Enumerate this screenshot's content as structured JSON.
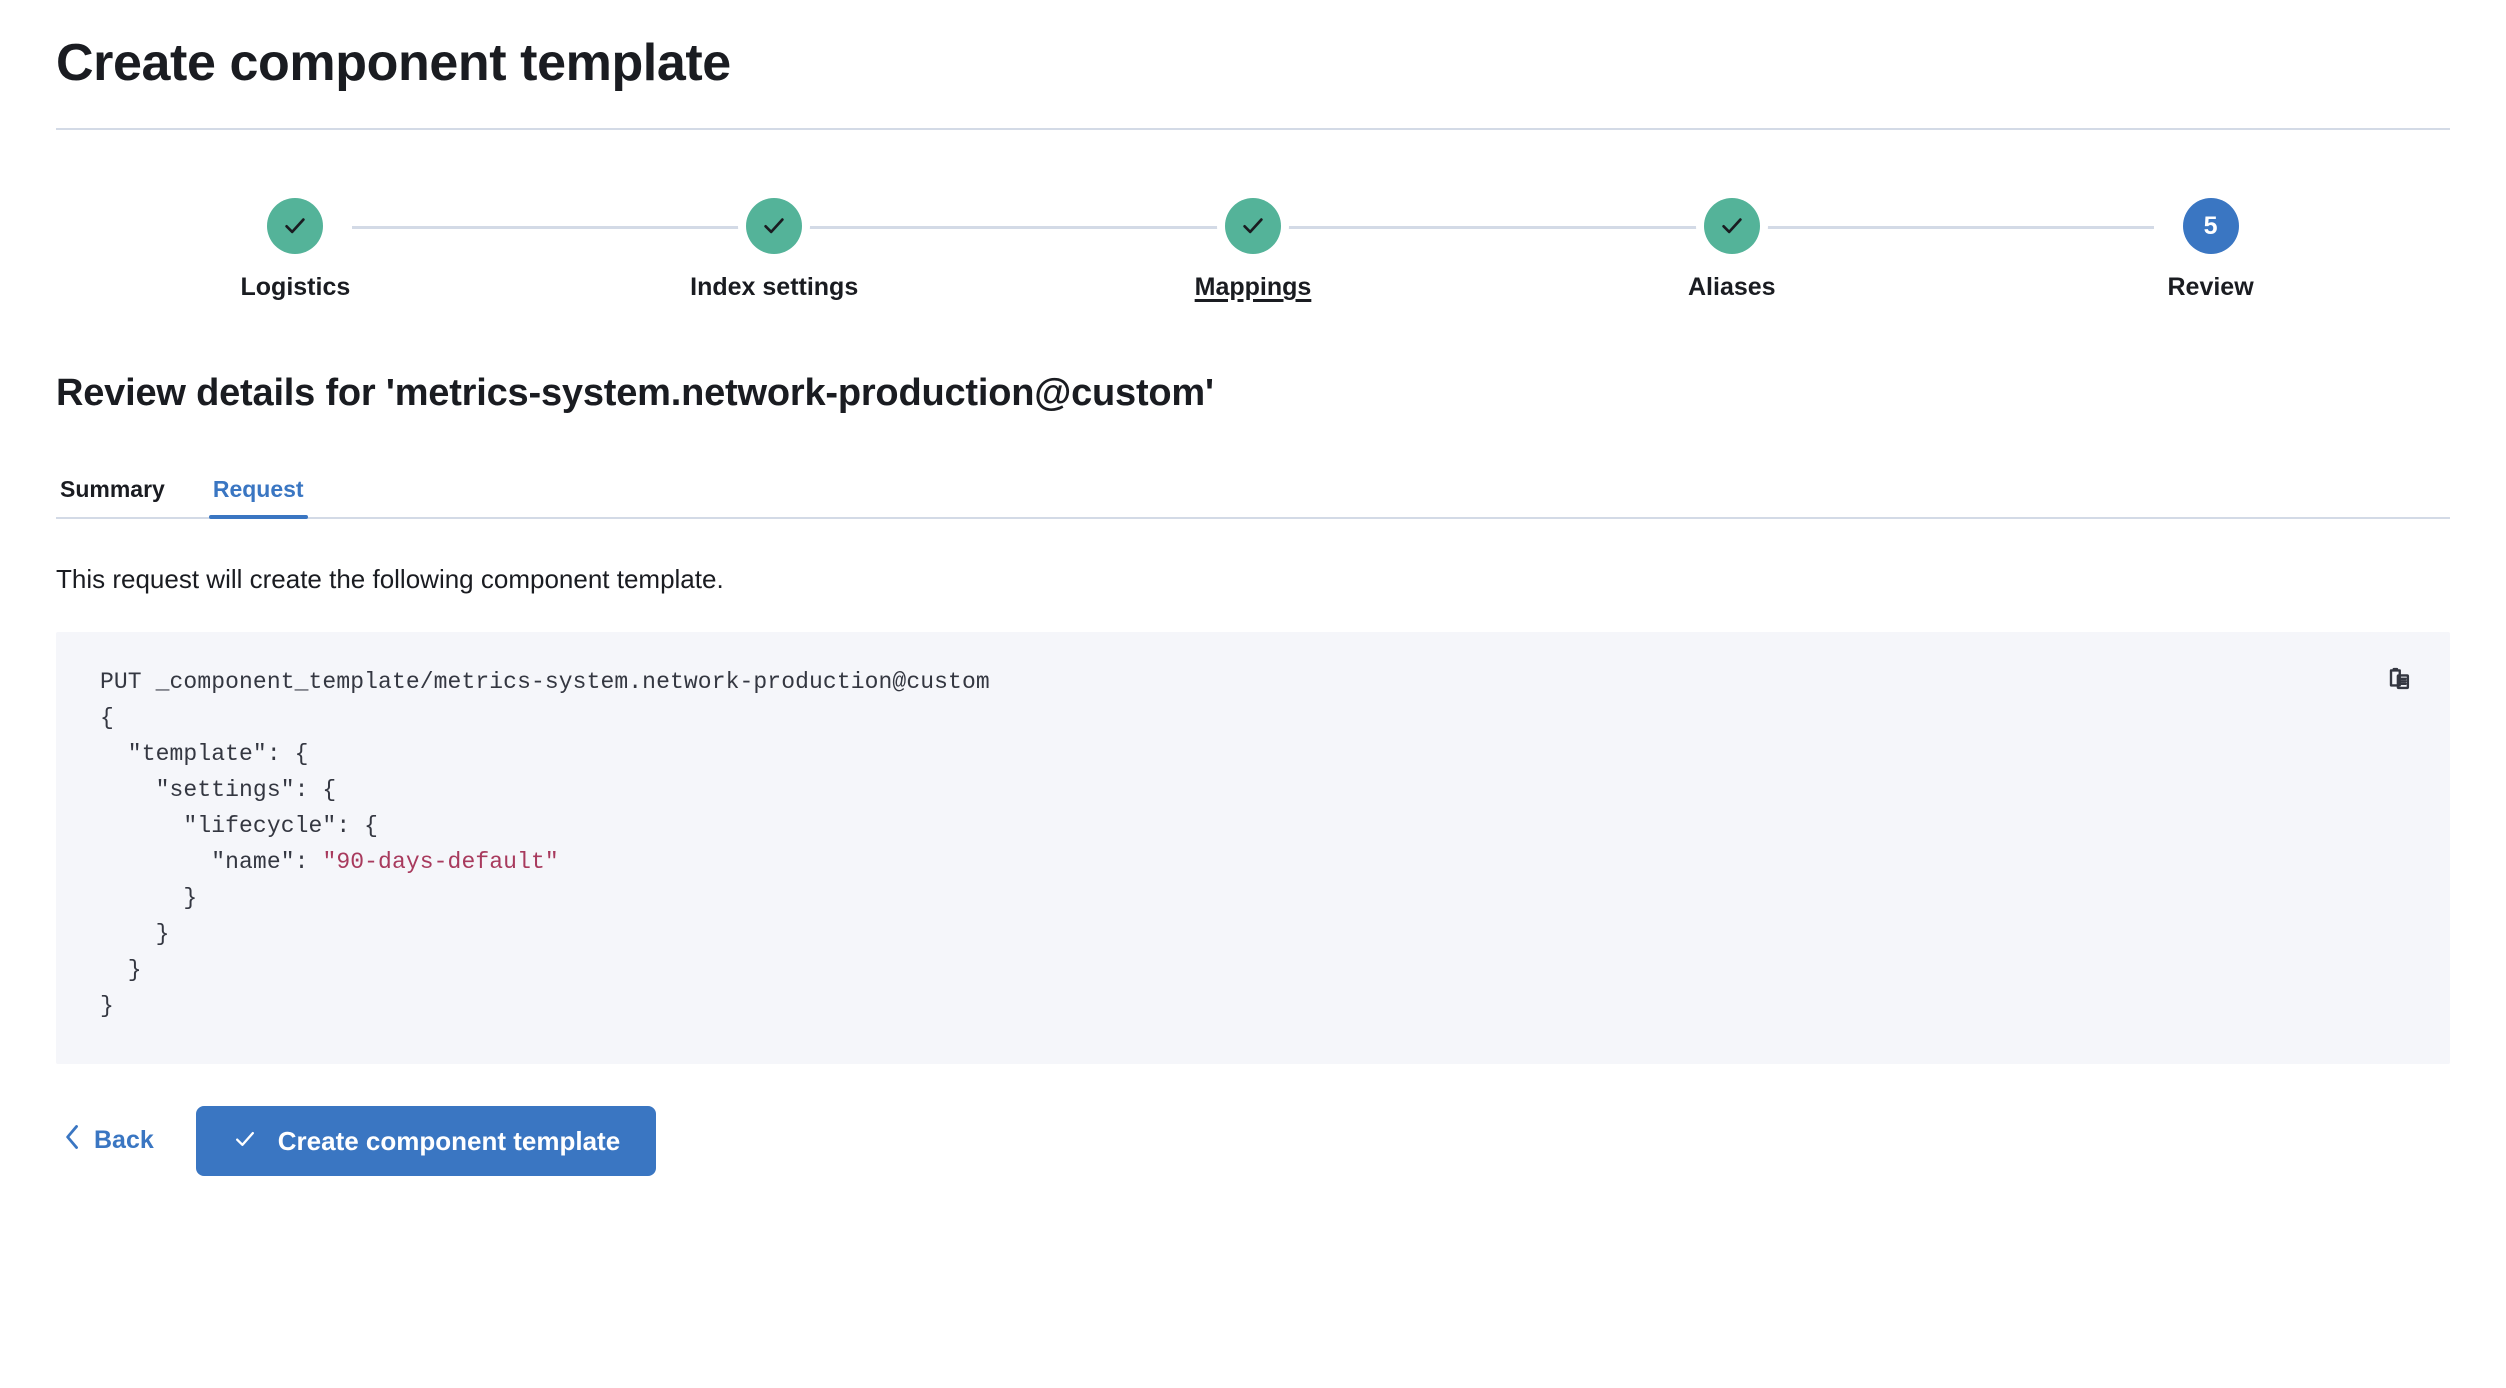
{
  "header": {
    "title": "Create component template"
  },
  "stepper": {
    "steps": [
      {
        "label": "Logistics",
        "state": "complete",
        "icon": "check-icon",
        "number": "1",
        "hovered": false
      },
      {
        "label": "Index settings",
        "state": "complete",
        "icon": "check-icon",
        "number": "2",
        "hovered": false
      },
      {
        "label": "Mappings",
        "state": "complete",
        "icon": "check-icon",
        "number": "3",
        "hovered": true
      },
      {
        "label": "Aliases",
        "state": "complete",
        "icon": "check-icon",
        "number": "4",
        "hovered": false
      },
      {
        "label": "Review",
        "state": "current",
        "icon": "number",
        "number": "5",
        "hovered": false
      }
    ],
    "complete_color": "#54b399",
    "current_color": "#3a76c2",
    "track_color": "#d3dae6"
  },
  "review": {
    "title": "Review details for 'metrics-system.network-production@custom'",
    "tabs": [
      {
        "label": "Summary",
        "active": false
      },
      {
        "label": "Request",
        "active": true
      }
    ],
    "description": "This request will create the following component template.",
    "code": {
      "method_line": "PUT _component_template/metrics-system.network-production@custom",
      "body_before_value": "{\n  \"template\": {\n    \"settings\": {\n      \"lifecycle\": {\n        \"name\": ",
      "lifecycle_name_value": "\"90-days-default\"",
      "body_after_value": "\n      }\n    }\n  }\n}",
      "copy_icon": "copy-clipboard-icon",
      "background": "#f5f6fa",
      "string_color": "#a83a5d"
    }
  },
  "actions": {
    "back_label": "Back",
    "back_icon": "chevron-left-icon",
    "submit_label": "Create component template",
    "submit_icon": "check-icon",
    "submit_color": "#3a76c2"
  }
}
